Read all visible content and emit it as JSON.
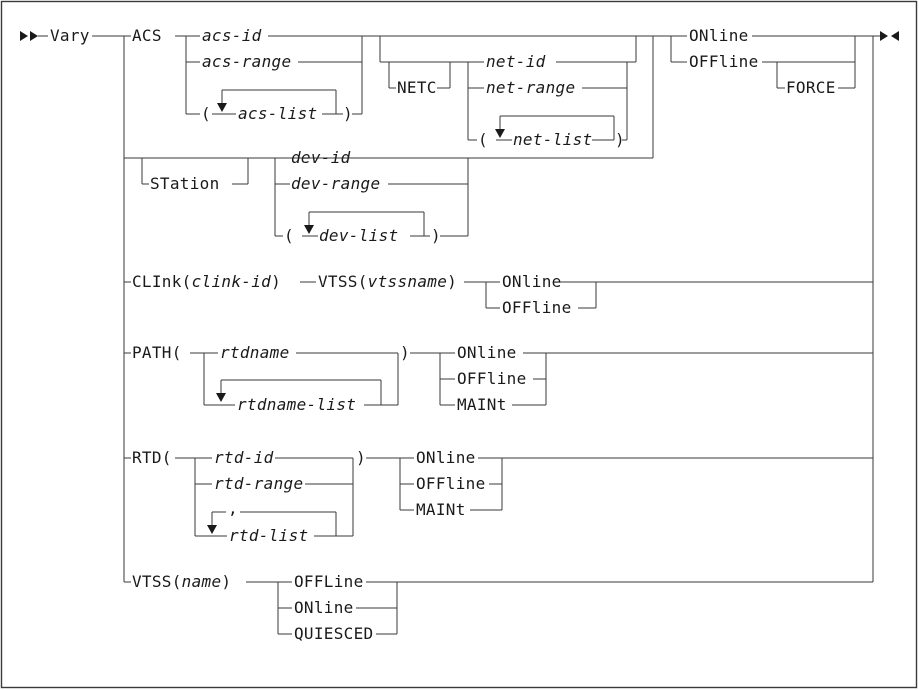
{
  "diagram": {
    "type": "syntax-railroad",
    "command": "Vary",
    "acs": {
      "keyword": "ACS",
      "options": [
        "acs-id",
        "acs-range"
      ],
      "list_open": "(",
      "list_item": "acs-list",
      "list_close": ")"
    },
    "netc": {
      "keyword": "NETC",
      "options": [
        "net-id",
        "net-range"
      ],
      "list_open": "(",
      "list_item": "net-list",
      "list_close": ")"
    },
    "acs_state": {
      "options": [
        "ONline",
        "OFFline"
      ],
      "force": "FORCE"
    },
    "station": {
      "keyword": "STation",
      "options": [
        "dev-id",
        "dev-range"
      ],
      "list_open": "(",
      "list_item": "dev-list",
      "list_close": ")"
    },
    "clink": {
      "keyword": "CLInk(",
      "param": "clink-id",
      "close": ")",
      "vtss_keyword": "VTSS(",
      "vtss_param": "vtssname",
      "vtss_close": ")",
      "options": [
        "ONline",
        "OFFline"
      ]
    },
    "path": {
      "keyword": "PATH(",
      "options": [
        "rtdname"
      ],
      "list_item": "rtdname-list",
      "close": ")",
      "state_options": [
        "ONline",
        "OFFline",
        "MAINt"
      ]
    },
    "rtd": {
      "keyword": "RTD(",
      "options": [
        "rtd-id",
        "rtd-range"
      ],
      "list_separator": ",",
      "list_item": "rtd-list",
      "close": ")",
      "state_options": [
        "ONline",
        "OFFline",
        "MAINt"
      ]
    },
    "vtss": {
      "keyword": "VTSS(",
      "param": "name",
      "close": ")",
      "state_options": [
        "OFFLine",
        "ONline",
        "QUIESCED"
      ]
    }
  }
}
